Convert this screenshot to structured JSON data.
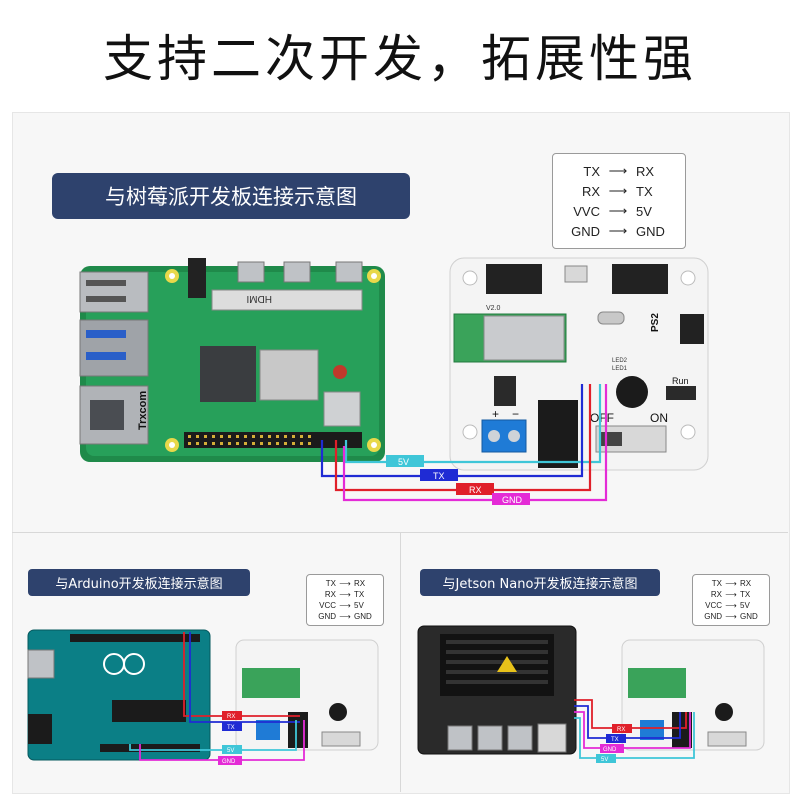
{
  "headline": "支持二次开发，拓展性强",
  "sections": {
    "main_title": "与树莓派开发板连接示意图",
    "arduino_title": "与Arduino开发板连接示意图",
    "jetson_title": "与Jetson Nano开发板连接示意图"
  },
  "legend_main": [
    {
      "from": "TX",
      "arrow": "⟶",
      "to": "RX"
    },
    {
      "from": "RX",
      "arrow": "⟶",
      "to": "TX"
    },
    {
      "from": "VVC",
      "arrow": "⟶",
      "to": "5V"
    },
    {
      "from": "GND",
      "arrow": "⟶",
      "to": "GND"
    }
  ],
  "legend_small": [
    {
      "from": "TX",
      "arrow": "⟶",
      "to": "RX"
    },
    {
      "from": "RX",
      "arrow": "⟶",
      "to": "TX"
    },
    {
      "from": "VCC",
      "arrow": "⟶",
      "to": "5V"
    },
    {
      "from": "GND",
      "arrow": "⟶",
      "to": "GND"
    }
  ],
  "wires": {
    "v5": "5V",
    "tx": "TX",
    "rx": "RX",
    "gnd": "GND"
  },
  "colors": {
    "v5": "#3fc6d8",
    "tx": "#1f2bd4",
    "rx": "#e0202a",
    "gnd": "#e42bd6",
    "title_bg": "#2e426d"
  },
  "board_marks": {
    "hdmi": "HDMI",
    "brand": "Trxcom",
    "version": "V2.0",
    "ps2": "PS2",
    "run": "Run",
    "off": "OFF",
    "on": "ON",
    "led2": "LED2",
    "led1": "LED1",
    "plus": "+",
    "minus": "−"
  },
  "icons": [
    "raspberry-pi-board",
    "servo-controller-board",
    "arduino-board",
    "jetson-nano-board"
  ]
}
